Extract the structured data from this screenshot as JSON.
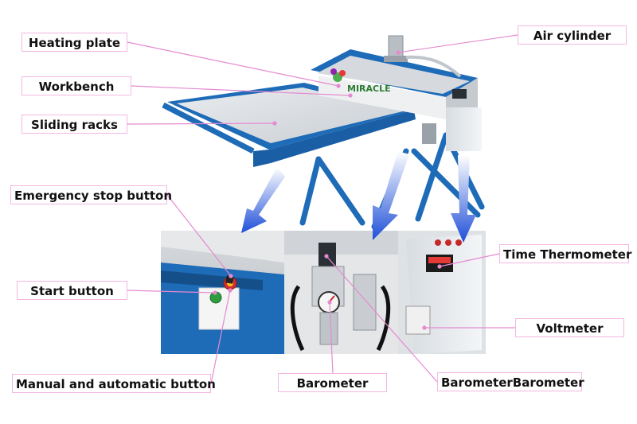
{
  "labels": {
    "heating_plate": "Heating plate",
    "workbench": "Workbench",
    "sliding_racks": "Sliding racks",
    "air_cylinder": "Air cylinder",
    "emergency_stop": "Emergency stop button",
    "start_button": "Start button",
    "manual_auto": "Manual and automatic button",
    "barometer": "Barometer",
    "barometer_barometer": "BarometerBarometer",
    "time_thermometer": "Time Thermometer",
    "voltmeter": "Voltmeter"
  },
  "machine": {
    "brand_logo": "MIRACLE"
  },
  "colors": {
    "label_border": "#f3b7e3",
    "leader_line": "#e58ad0",
    "arrow": "#1f4fd8",
    "frame_blue": "#1e6bb8"
  }
}
